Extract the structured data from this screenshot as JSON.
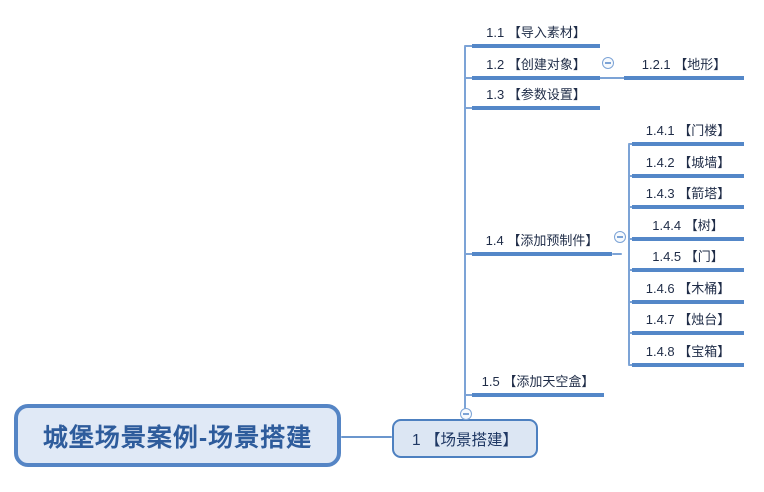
{
  "mindmap": {
    "root": {
      "label": "城堡场景案例-场景搭建"
    },
    "central_topic": {
      "label": "1 【场景搭建】"
    },
    "branches": [
      {
        "label": "1.1 【导入素材】",
        "children": []
      },
      {
        "label": "1.2 【创建对象】",
        "children": [
          {
            "label": "1.2.1 【地形】"
          }
        ]
      },
      {
        "label": "1.3 【参数设置】",
        "children": []
      },
      {
        "label": "1.4 【添加预制件】",
        "children": [
          {
            "label": "1.4.1 【门楼】"
          },
          {
            "label": "1.4.2 【城墙】"
          },
          {
            "label": "1.4.3 【箭塔】"
          },
          {
            "label": "1.4.4 【树】"
          },
          {
            "label": "1.4.5 【门】"
          },
          {
            "label": "1.4.6 【木桶】"
          },
          {
            "label": "1.4.7 【烛台】"
          },
          {
            "label": "1.4.8 【宝箱】"
          }
        ]
      },
      {
        "label": "1.5 【添加天空盒】",
        "children": []
      }
    ]
  },
  "icons": {
    "collapse": "minus-circle-icon"
  },
  "colors": {
    "topic_underline": "#5487c8",
    "connector_line": "#7ca3d6",
    "central_fill": "#dce6f3",
    "central_border": "#4d80c0",
    "root_fill": "#e0e9f6",
    "root_border": "#5585c5",
    "topic_text": "#1f2c47",
    "root_text": "#2e5c9c",
    "background": "#ffffff"
  }
}
